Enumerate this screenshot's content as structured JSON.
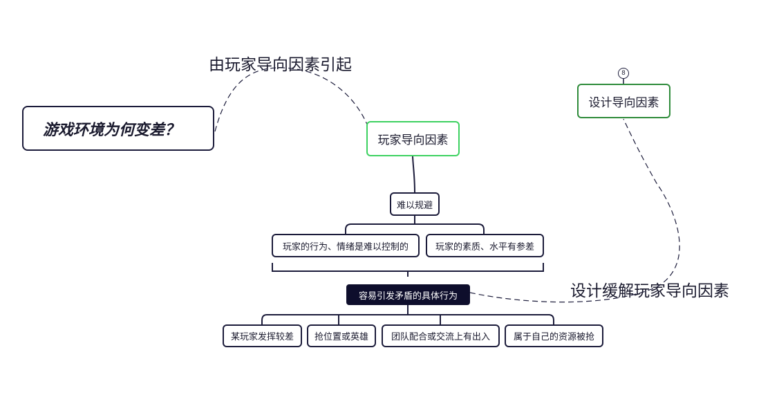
{
  "mindmap": {
    "root": {
      "text": "游戏环境为何变差？"
    },
    "relation_labels": {
      "caused_by_player": "由玩家导向因素引起",
      "design_mitigation": "设计缓解玩家导向因素"
    },
    "topics": {
      "player_factors": "玩家导向因素",
      "design_factors": "设计导向因素",
      "design_badge": "8"
    },
    "player_branch": {
      "hard_to_avoid": "难以规避",
      "children": [
        "玩家的行为、情绪是难以控制的",
        "玩家的素质、水平有参差"
      ],
      "summary": "容易引发矛盾的具体行为",
      "behaviors": [
        "某玩家发挥较差",
        "抢位置或英雄",
        "团队配合或交流上有出入",
        "属于自己的资源被抢"
      ]
    }
  },
  "colors": {
    "line": "#1b1b3a",
    "green": "#3cd160",
    "dark_green": "#2e8b3a",
    "summary_bg": "#0e0e2c"
  }
}
